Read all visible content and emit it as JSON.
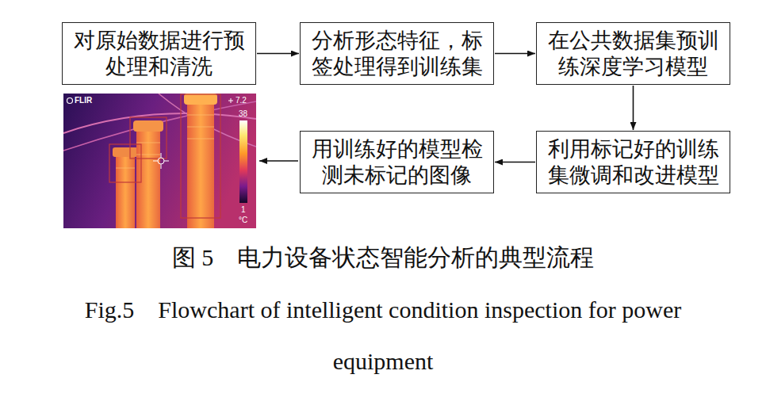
{
  "diagram": {
    "caption": "图 5　电力设备状态智能分析的典型流程",
    "nodes": [
      {
        "text": [
          "对原始数据进行预处理和清洗"
        ]
      },
      {
        "text": [
          "分析形态特征，标签处理得到训练集"
        ]
      },
      {
        "text": [
          "在公共数据集预训练深度学习模型"
        ]
      },
      {
        "text": [
          "利用标记好的训练集微调和改进模型"
        ]
      },
      {
        "text": [
          "用训练好的模型检测未标记的图像"
        ]
      }
    ],
    "edges": [
      {
        "from": 0,
        "to": 1,
        "arrow": "to"
      },
      {
        "from": 1,
        "to": 2,
        "arrow": "to"
      },
      {
        "from": 2,
        "to": 3,
        "arrow": "to"
      },
      {
        "from": 3,
        "to": 4,
        "arrow": "to"
      }
    ],
    "labels": [
      "FLIR",
      "7.2",
      "38",
      "1",
      "°C",
      "Fig.5　Flowchart of intelligent condition inspection for power equipment"
    ]
  }
}
